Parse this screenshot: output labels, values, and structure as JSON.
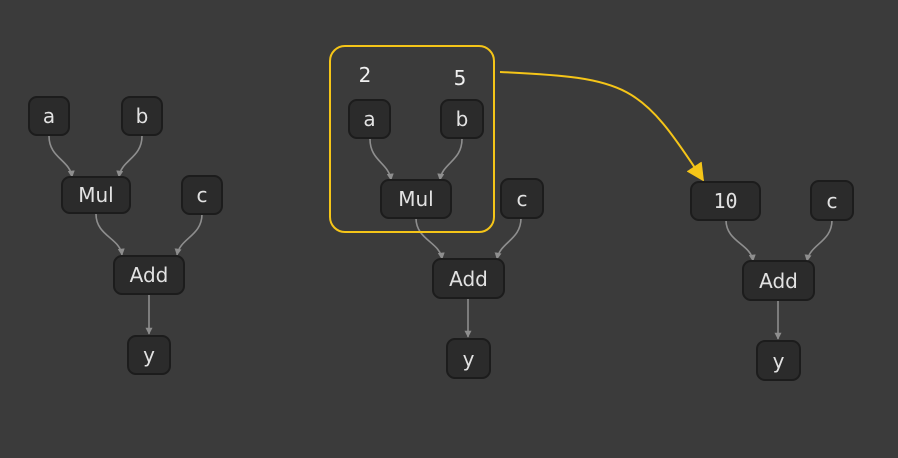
{
  "colors": {
    "background": "#3b3b3b",
    "node_fill": "#2b2b2b",
    "edge": "#8e8e8e",
    "highlight": "#f5c518"
  },
  "graph1": {
    "a": "a",
    "b": "b",
    "mul": "Mul",
    "c": "c",
    "add": "Add",
    "y": "y"
  },
  "graph2": {
    "a": "a",
    "b": "b",
    "mul": "Mul",
    "c": "c",
    "add": "Add",
    "y": "y",
    "a_value": "2",
    "b_value": "5"
  },
  "graph3": {
    "result": "10",
    "c": "c",
    "add": "Add",
    "y": "y"
  }
}
